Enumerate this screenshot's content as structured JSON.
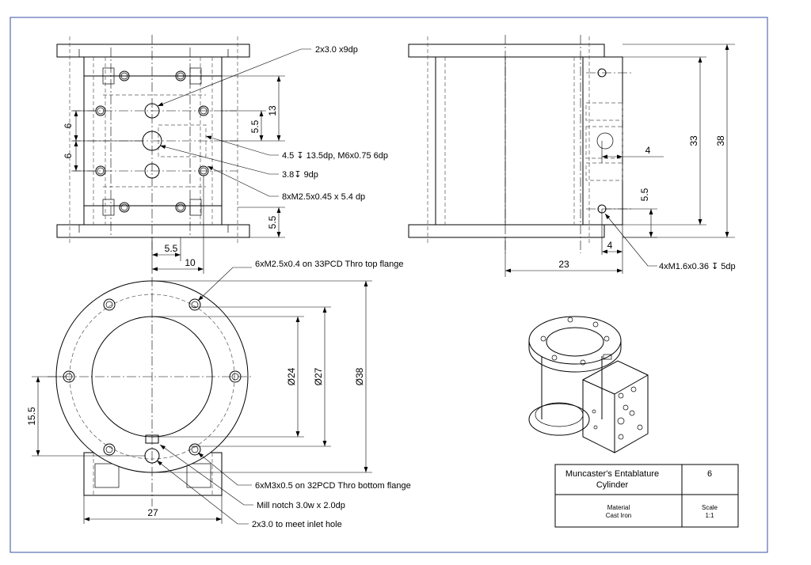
{
  "annotations": {
    "holes_2x3_9dp": "2x3.0 x9dp",
    "tapped_4_5": "4.5 ↧ 13.5dp, M6x0.75 6dp",
    "hole_3_8": "3.8↧ 9dp",
    "holes_8xM2_5": "8xM2.5x0.45 x 5.4 dp",
    "holes_4xM1_6": "4xM1.6x0.36 ↧ 5dp",
    "top_flange": "6xM2.5x0.4 on 33PCD Thro top flange",
    "bottom_flange": "6xM3x0.5 on 32PCD Thro bottom flange",
    "mill_notch": "Mill notch 3.0w x 2.0dp",
    "inlet": "2x3.0 to meet inlet hole"
  },
  "dimensions": {
    "front": {
      "d13": "13",
      "d5_5a": "5.5",
      "d6a": "6",
      "d6b": "6",
      "d5_5b": "5.5",
      "d5_5c": "5.5",
      "d10": "10"
    },
    "side": {
      "d4a": "4",
      "d33": "33",
      "d38": "38",
      "d5_5": "5.5",
      "d4b": "4",
      "d23": "23"
    },
    "plan": {
      "dia24": "Ø24",
      "dia27": "Ø27",
      "dia38": "Ø38",
      "d15_5": "15.5",
      "d27": "27"
    }
  },
  "title_block": {
    "title_line1": "Muncaster's Entablature",
    "title_line2": "Cylinder",
    "sheet": "6",
    "material_label": "Material",
    "material_value": "Cast Iron",
    "scale_label": "Scale",
    "scale_value": "1:1"
  },
  "colors": {
    "frame": "#3a4fa0",
    "line": "#000000"
  }
}
